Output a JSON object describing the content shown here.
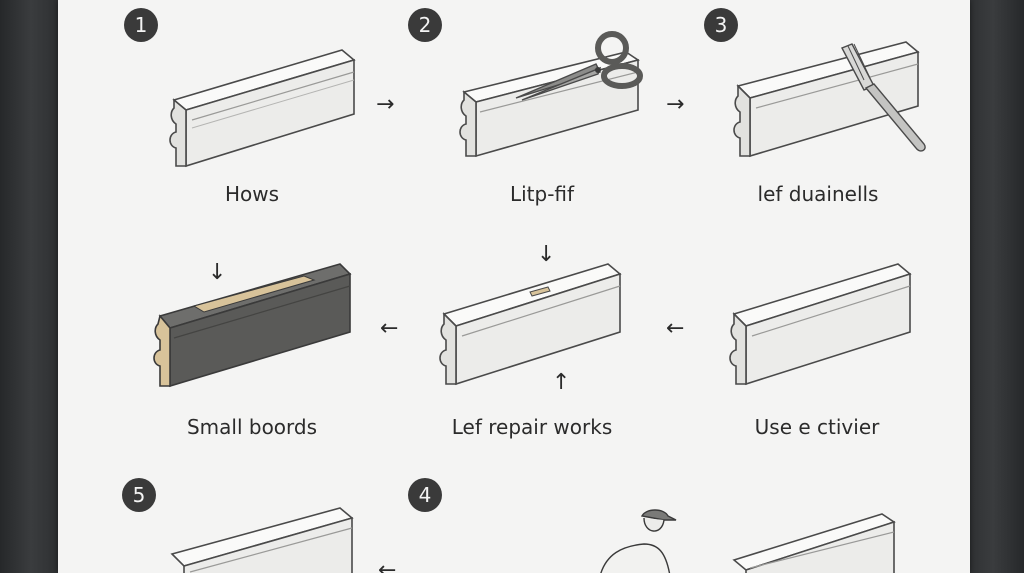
{
  "steps": {
    "row1": [
      {
        "number": "1",
        "label": "Hows"
      },
      {
        "number": "2",
        "label": "Litp-fif"
      },
      {
        "number": "3",
        "label": "lef duainells"
      }
    ],
    "row2": [
      {
        "label": "Small boords"
      },
      {
        "label": "Lef repair works"
      },
      {
        "label": "Use e ctivier"
      }
    ],
    "row3": [
      {
        "number": "5"
      },
      {
        "number": "4"
      }
    ]
  },
  "glyphs": {
    "right": "→",
    "left": "←",
    "down": "↓",
    "up": "↑"
  },
  "colors": {
    "sheet": "#f4f4f3",
    "badge": "#3a3a3a",
    "molding": "#ececea",
    "dark_molding": "#5a5a58",
    "wood": "#d8c39a"
  },
  "icons": [
    "scissors-icon",
    "fork-icon",
    "worker-figure"
  ]
}
